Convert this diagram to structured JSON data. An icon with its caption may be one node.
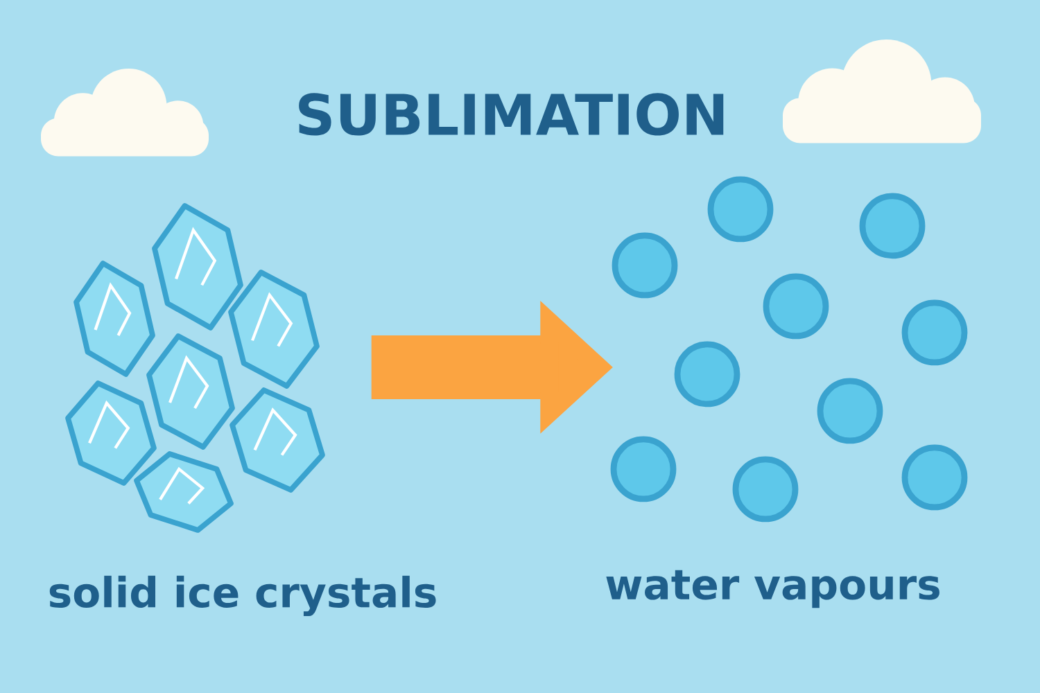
{
  "diagram": {
    "title": "SUBLIMATION",
    "nodes": [
      {
        "text": [],
        "shape": "picture",
        "beside": [
          "solid ice crystals"
        ]
      },
      {
        "text": [],
        "shape": "picture",
        "beside": [
          "water vapours"
        ]
      }
    ],
    "edges": [
      {
        "from": 0,
        "to": 1,
        "arrow": "to"
      }
    ]
  }
}
